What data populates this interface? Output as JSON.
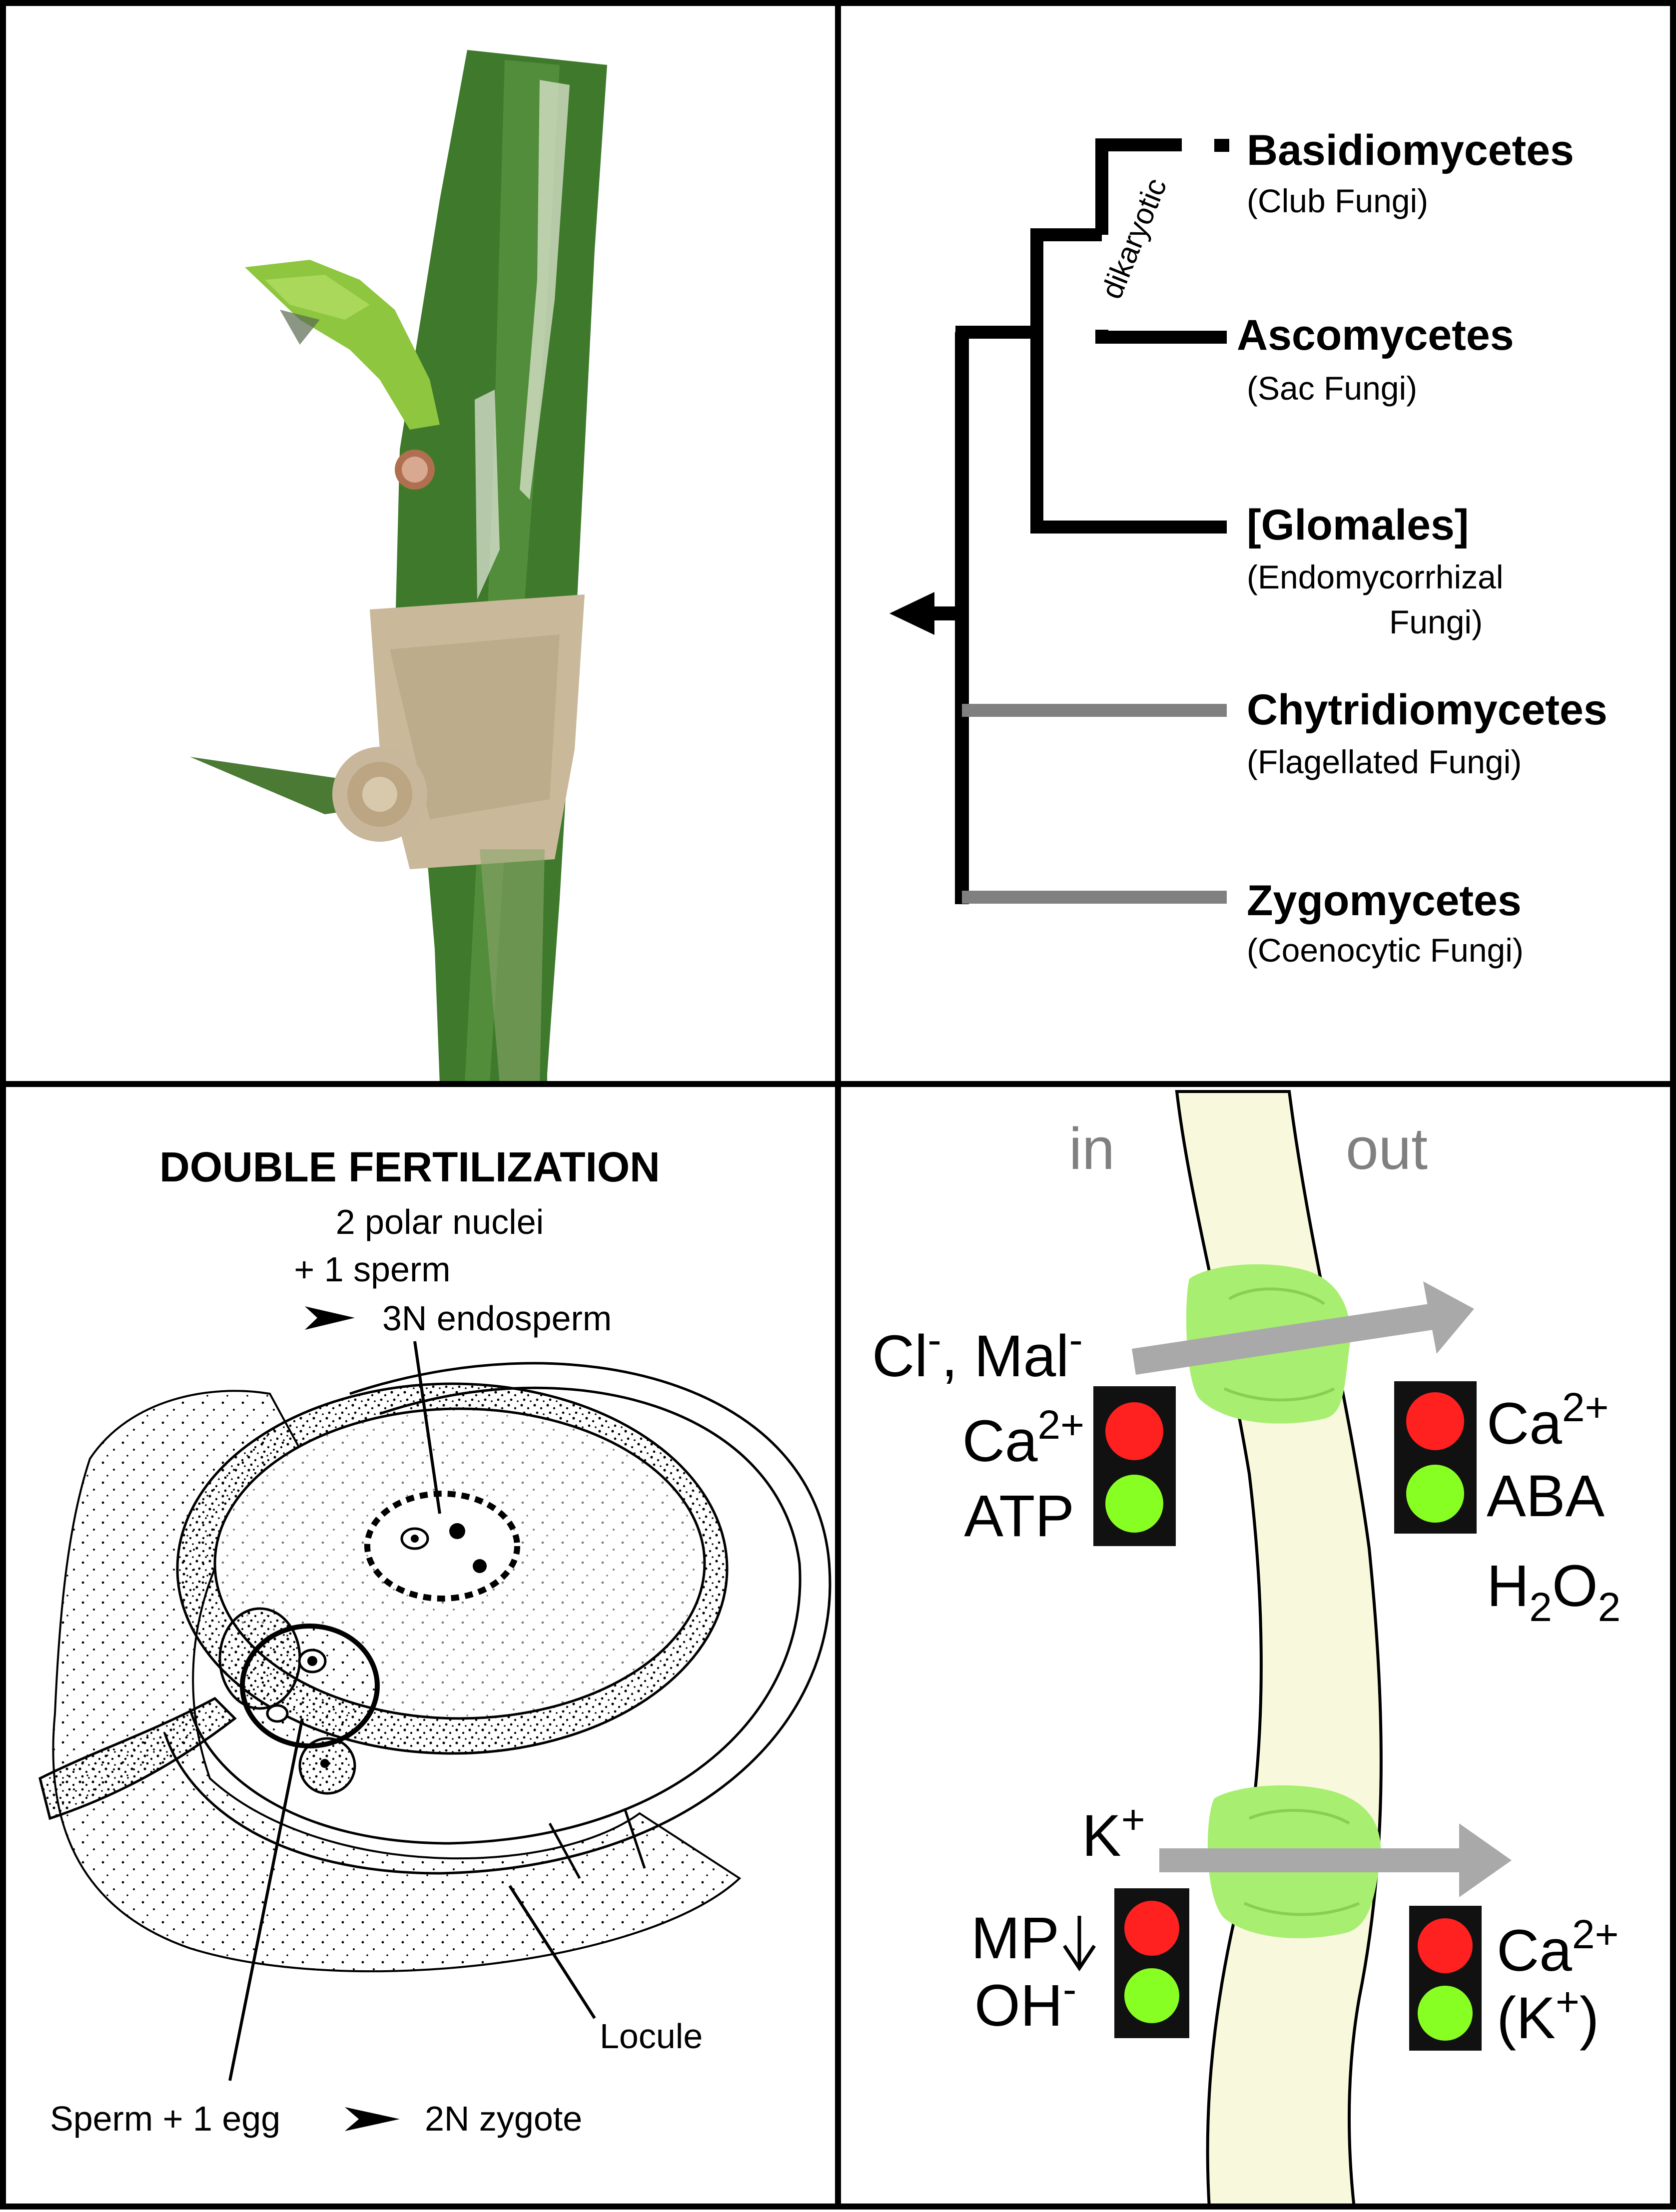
{
  "phylogeny": {
    "taxa": [
      {
        "name": "Basidiomycetes",
        "common": "(Club Fungi)"
      },
      {
        "name": "Ascomycetes",
        "common": "(Sac Fungi)"
      },
      {
        "name": "[Glomales]",
        "common_line1": "(Endomycorrhizal",
        "common_line2": "Fungi)"
      },
      {
        "name": "Chytridiomycetes",
        "common": "(Flagellated Fungi)"
      },
      {
        "name": "Zygomycetes",
        "common": "(Coenocytic Fungi)"
      }
    ],
    "clade_label": "dikaryotic",
    "colors": {
      "main_lineage": "#000000",
      "basal_lineage": "#808080"
    }
  },
  "fertilization": {
    "title": "DOUBLE FERTILIZATION",
    "line1": "2 polar nuclei",
    "line2": "+ 1 sperm",
    "line3": "3N endosperm",
    "locule_label": "Locule",
    "bottom_left": "Sperm + 1 egg",
    "bottom_right": "2N zygote"
  },
  "membrane": {
    "in_label": "in",
    "out_label": "out",
    "top_channel": {
      "ions_a": "Cl",
      "ions_a_sup": "-",
      "ions_b": ", Mal",
      "ions_b_sup": "-",
      "inside_red": "Ca",
      "inside_red_sup": "2+",
      "inside_green": "ATP",
      "outside_red": "Ca",
      "outside_red_sup": "2+",
      "outside_green1": "ABA",
      "outside_green2": "H",
      "outside_green2_sub1": "2",
      "outside_green2_mid": "O",
      "outside_green2_sub2": "2"
    },
    "bottom_channel": {
      "ion": "K",
      "ion_sup": "+",
      "inside_red": "MP",
      "inside_green": "OH",
      "inside_green_sup": "-",
      "outside_red": "Ca",
      "outside_red_sup": "2+",
      "outside_green": "(K",
      "outside_green_sup": "+",
      "outside_green_close": ")"
    },
    "colors": {
      "membrane": "#f8f8dc",
      "channel": "#a8ee70",
      "light_red": "#ff2020",
      "light_green": "#88ff22",
      "arrow": "#a9a9a9"
    }
  }
}
